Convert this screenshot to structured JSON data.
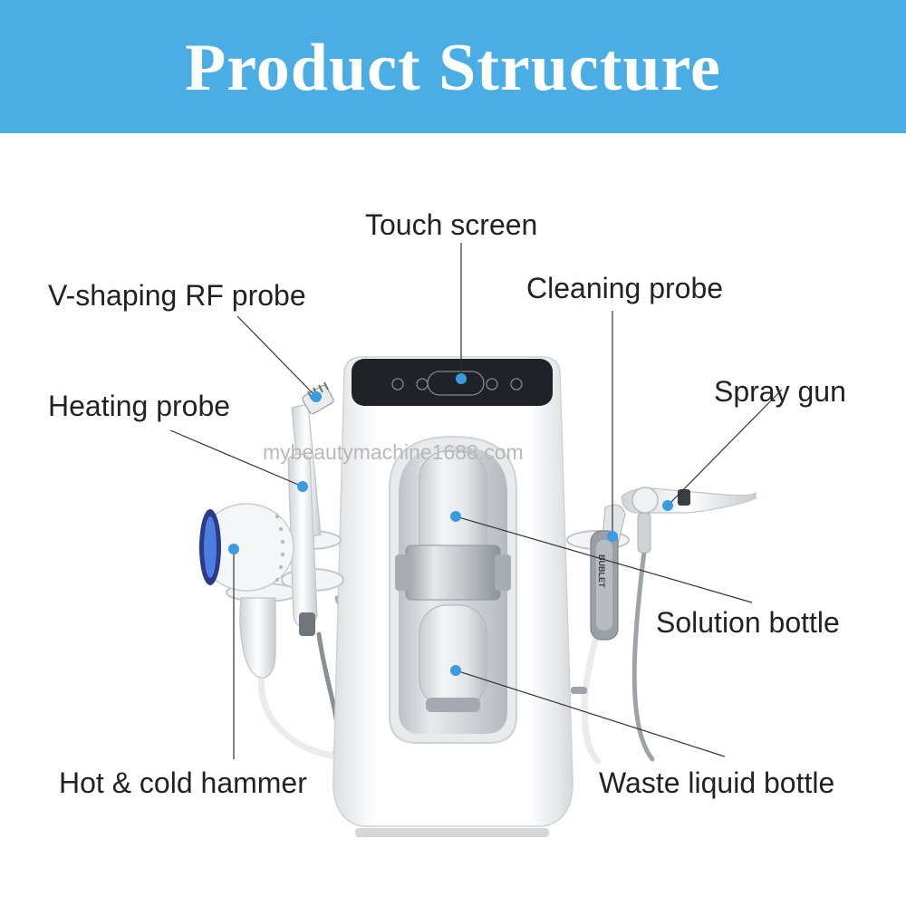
{
  "header": {
    "title": "Product Structure"
  },
  "labels": {
    "touch_screen": "Touch screen",
    "v_shaping_rf_probe": "V-shaping RF probe",
    "cleaning_probe": "Cleaning probe",
    "spray_gun": "Spray gun",
    "heating_probe": "Heating probe",
    "solution_bottle": "Solution bottle",
    "hot_cold_hammer": "Hot & cold hammer",
    "waste_liquid_bottle": "Waste liquid bottle"
  },
  "device": {
    "brand_text": "BUBLET"
  },
  "watermark": "mybeautymachine1688.com",
  "colors": {
    "banner": "#4aaee5",
    "dot": "#3a9be0",
    "screen": "#1f2328"
  }
}
